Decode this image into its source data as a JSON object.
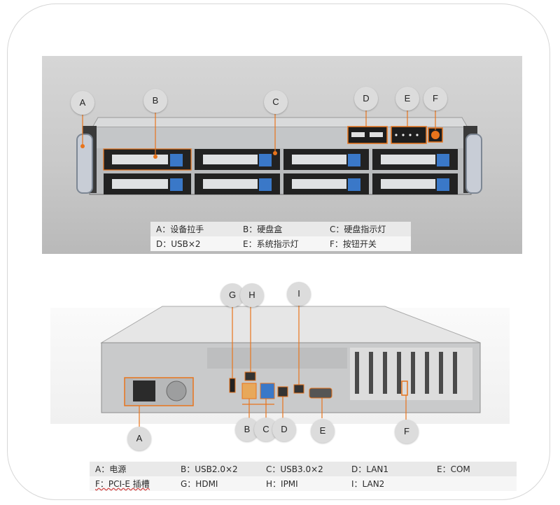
{
  "front_callouts": [
    "A",
    "B",
    "C",
    "D",
    "E",
    "F"
  ],
  "back_callouts": [
    "G",
    "H",
    "I",
    "A",
    "B",
    "C",
    "D",
    "E",
    "F"
  ],
  "front_legend": [
    [
      "A：设备拉手",
      "B：硬盘盒",
      "C：硬盘指示灯"
    ],
    [
      "D：USB×2",
      "E：系统指示灯",
      "F：按钮开关"
    ]
  ],
  "back_legend": [
    [
      "A：电源",
      "B：USB2.0×2",
      "C：USB3.0×2",
      "D：LAN1",
      "E：COM"
    ],
    [
      "F：PCI-E 插槽",
      "G：HDMI",
      "H：IPMI",
      "I：LAN2",
      ""
    ]
  ],
  "colors": {
    "accent": "#e8741c",
    "drive_tab": "#3a78c8",
    "callout_bg": "#dcdcdc"
  }
}
